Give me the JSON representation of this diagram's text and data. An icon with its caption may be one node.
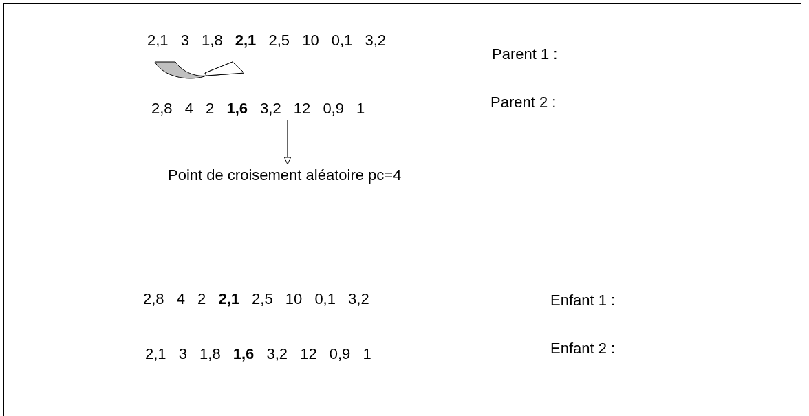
{
  "diagram": {
    "nodes": [
      {
        "text": [
          "2,8 4 2 **1,6** 3,2 12 0,9 1"
        ]
      },
      {
        "text": [
          "Point de croisement aléatoire  pc=4"
        ]
      }
    ],
    "edges": [
      {
        "from": 0,
        "to": 1,
        "arrow": "to"
      }
    ],
    "labels": [
      "2,1 3 1,8 **2,1** 2,5 10 0,1 3,2",
      "Parent 1 :",
      "Parent 2 :",
      "2,8 4 2 **2,1** 2,5 10 0,1 3,2",
      "Enfant 1 :",
      "2,1 3 1,8 **1,6** 3,2 12 0,9 1",
      "Enfant 2 :"
    ]
  }
}
